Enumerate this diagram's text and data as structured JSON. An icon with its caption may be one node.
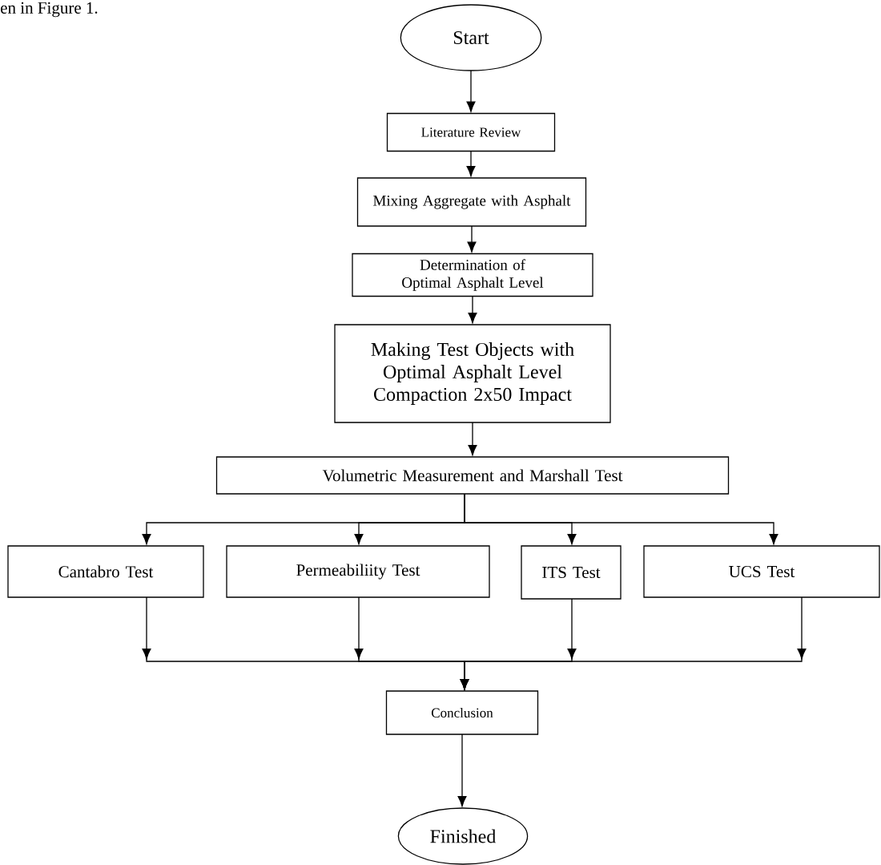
{
  "diagram": {
    "nodes": [
      {
        "text": [
          "Start"
        ]
      },
      {
        "text": [
          "Literature Review"
        ]
      },
      {
        "text": [
          "Mixing Aggregate with Asphalt"
        ]
      },
      {
        "text": [
          "Determination of Optimal Asphalt Level"
        ]
      },
      {
        "text": [
          "Making Test Objects with Optimal Asphalt Level Compaction 2x50 Impact"
        ]
      },
      {
        "text": [
          "Volumetric Measurement and Marshall Test"
        ]
      },
      {
        "text": [
          "Cantabro Test"
        ]
      },
      {
        "text": [
          "Permeabiliity Test"
        ]
      },
      {
        "text": [
          "ITS Test"
        ]
      },
      {
        "text": [
          "UCS Test"
        ]
      },
      {
        "text": [
          "Conclusion"
        ]
      },
      {
        "text": [
          "Finished"
        ]
      }
    ],
    "edges": [
      {
        "from": 0,
        "to": 1,
        "arrow": "to"
      },
      {
        "from": 1,
        "to": 2,
        "arrow": "to"
      },
      {
        "from": 2,
        "to": 3,
        "arrow": "to"
      },
      {
        "from": 3,
        "to": 4,
        "arrow": "to"
      },
      {
        "from": 4,
        "to": 5,
        "arrow": "to"
      },
      {
        "from": 5,
        "to": 6,
        "arrow": "to"
      },
      {
        "from": 5,
        "to": 7,
        "arrow": "to"
      },
      {
        "from": 5,
        "to": 8,
        "arrow": "to"
      },
      {
        "from": 5,
        "to": 9,
        "arrow": "to"
      },
      {
        "from": 6,
        "to": 10,
        "arrow": "to"
      },
      {
        "from": 7,
        "to": 10,
        "arrow": "to"
      },
      {
        "from": 8,
        "to": 10,
        "arrow": "to"
      },
      {
        "from": 9,
        "to": 10,
        "arrow": "to"
      },
      {
        "from": 10,
        "to": 11,
        "arrow": "to"
      }
    ],
    "labels": [
      "en in Figure 1."
    ]
  }
}
